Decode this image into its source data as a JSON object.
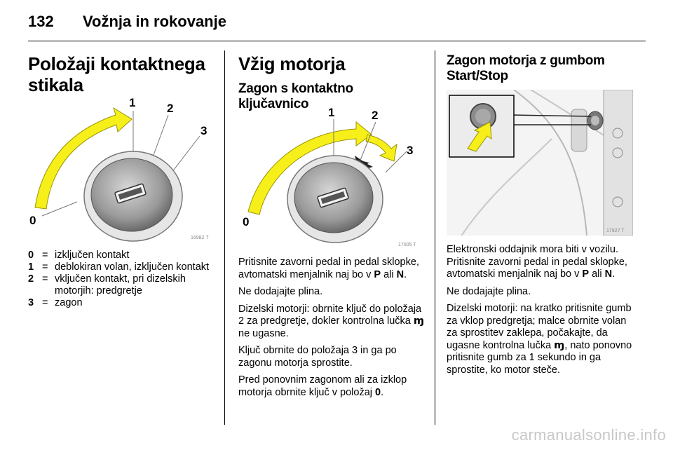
{
  "header": {
    "page_number": "132",
    "title": "Vožnja in rokovanje"
  },
  "col1": {
    "title": "Položaji kontaktnega stikala",
    "figure": {
      "labels": [
        "1",
        "2",
        "3",
        "0"
      ],
      "code": "16982 T"
    },
    "legend": [
      {
        "key": "0",
        "eq": "=",
        "text": "izključen kontakt"
      },
      {
        "key": "1",
        "eq": "=",
        "text": "deblokiran volan, izključen kontakt"
      },
      {
        "key": "2",
        "eq": "=",
        "text": "vključen kontakt, pri dizelskih motorjih: predgretje"
      },
      {
        "key": "3",
        "eq": "=",
        "text": "zagon"
      }
    ]
  },
  "col2": {
    "title": "Vžig motorja",
    "subtitle": "Zagon s kontaktno ključavnico",
    "figure": {
      "labels": [
        "1",
        "2",
        "3",
        "0"
      ],
      "code": "17005 T"
    },
    "p1": {
      "text": "Pritisnite zavorni pedal in pedal sklopke, avtomatski menjalnik naj bo v ",
      "b1": "P",
      "mid": " ali ",
      "b2": "N",
      "end": "."
    },
    "p2": "Ne dodajajte plina.",
    "p3": {
      "pre": "Dizelski motorji: obrnite ključ do položaja 2 za predgretje, dokler kontrolna lučka ",
      "icon": "ɱ",
      "post": " ne ugasne."
    },
    "p4": "Ključ obrnite do položaja 3 in ga po zagonu motorja sprostite.",
    "p5": {
      "text": "Pred ponovnim zagonom ali za izklop motorja obrnite ključ v položaj ",
      "b": "0",
      "end": "."
    }
  },
  "col3": {
    "title": "Zagon motorja z gumbom Start/Stop",
    "figure": {
      "code": "17927 T"
    },
    "p1": {
      "text": "Elektronski oddajnik mora biti v vozilu. Pritisnite zavorni pedal in pedal sklopke, avtomatski menjalnik naj bo v ",
      "b1": "P",
      "mid": " ali ",
      "b2": "N",
      "end": "."
    },
    "p2": "Ne dodajajte plina.",
    "p3": {
      "pre": "Dizelski motorji: na kratko pritisnite gumb za vklop predgretja; malce obrnite volan za sprostitev zaklepa, počakajte, da ugasne kontrolna lučka ",
      "icon": "ɱ",
      "post": ", nato ponovno pritisnite gumb za 1 sekundo in ga sprostite, ko motor steče."
    }
  },
  "watermark": "carmanualsonline.info",
  "colors": {
    "arrow": "#f7ef1a",
    "arrow_outline": "#9a9400",
    "ring": "#8a8a8a"
  }
}
